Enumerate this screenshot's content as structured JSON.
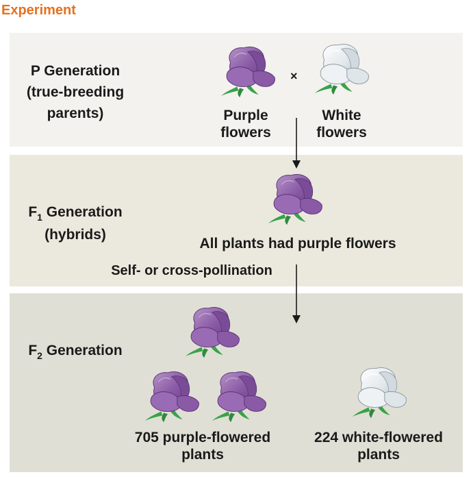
{
  "title": "Experiment",
  "p_generation": {
    "label_lines": [
      "P Generation",
      "(true-breeding",
      "parents)"
    ],
    "cross_symbol": "×",
    "parent1_lines": [
      "Purple",
      "flowers"
    ],
    "parent2_lines": [
      "White",
      "flowers"
    ]
  },
  "f1_generation": {
    "label_prefix": "F",
    "label_subscript": "1",
    "label_suffix": " Generation",
    "label_line2": "(hybrids)",
    "result": "All plants had purple flowers",
    "pollination": "Self- or cross-pollination"
  },
  "f2_generation": {
    "label_prefix": "F",
    "label_subscript": "2",
    "label_suffix": " Generation",
    "purple_lines": [
      "705 purple-flowered",
      "plants"
    ],
    "white_lines": [
      "224 white-flowered",
      "plants"
    ]
  },
  "colors": {
    "title": "#e8701e",
    "purple_flower": "#8a5aa6",
    "white_flower": "#dfe6ea",
    "leaf": "#3aa24a"
  },
  "icons": {
    "purple": "purple-flower-icon",
    "white": "white-flower-icon",
    "arrow": "arrow-down-icon"
  }
}
